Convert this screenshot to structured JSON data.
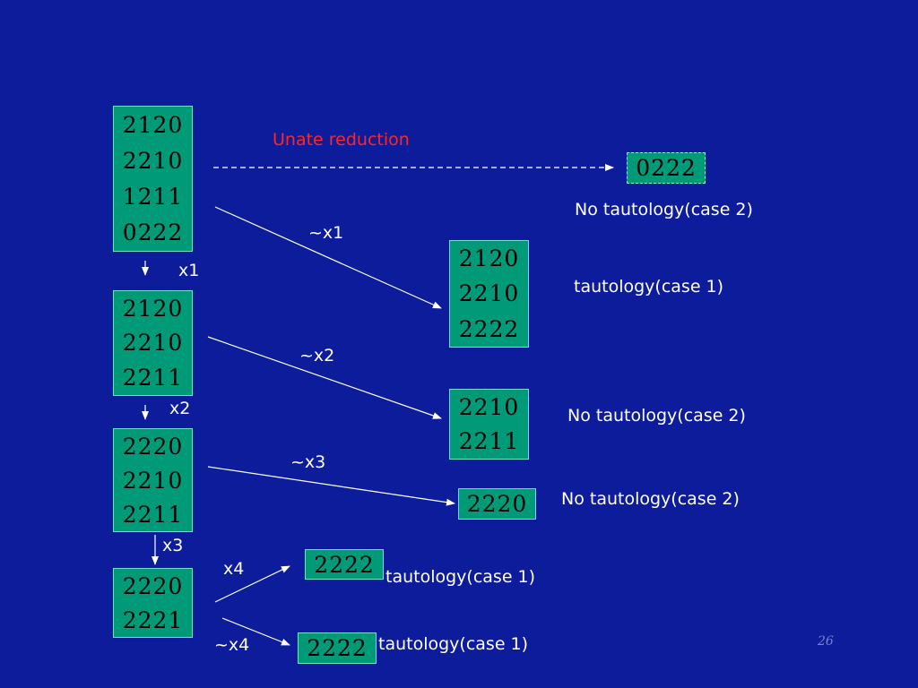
{
  "boxes": {
    "b1": [
      "2120",
      "2210",
      "1211",
      "0222"
    ],
    "b2": [
      "2120",
      "2210",
      "2211"
    ],
    "b3": [
      "2220",
      "2210",
      "2211"
    ],
    "b4": [
      "2220",
      "2221"
    ],
    "r0": [
      "0222"
    ],
    "r1": [
      "2120",
      "2210",
      "2222"
    ],
    "r2": [
      "2210",
      "2211"
    ],
    "r3": [
      "2220"
    ],
    "r4": [
      "2222"
    ],
    "r5": [
      "2222"
    ]
  },
  "labels": {
    "unate": "Unate reduction",
    "nx1": "~x1",
    "x1": "x1",
    "nx2": "~x2",
    "x2": "x2",
    "nx3": "~x3",
    "x3": "x3",
    "x4": "x4",
    "nx4": "~x4",
    "res0": "No tautology(case 2)",
    "res1": "tautology(case 1)",
    "res2": "No tautology(case 2)",
    "res3": "No tautology(case 2)",
    "res4": "tautology(case 1)",
    "res5": "tautology(case 1)"
  },
  "page_number": "26",
  "colors": {
    "background": "#0c1c9a",
    "box_fill": "#009a78",
    "arrow": "#ffffff",
    "highlight": "#ff2626"
  }
}
